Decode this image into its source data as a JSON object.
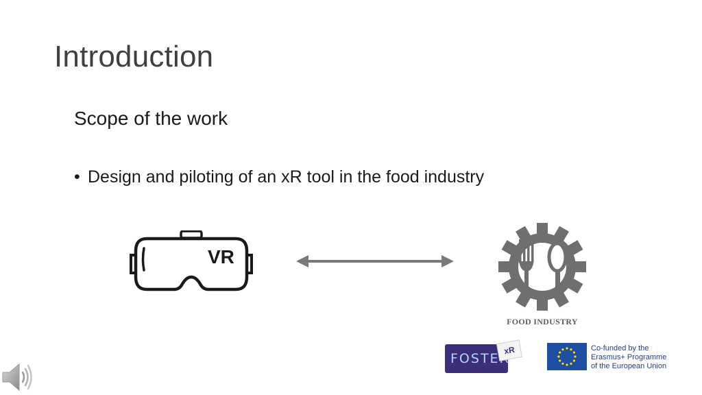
{
  "slide": {
    "title": "Introduction",
    "subtitle": "Scope of the work",
    "bullet_symbol": "•",
    "bullet_text": "Design and piloting of an xR tool in the food industry",
    "vr_headset_label": "VR",
    "food_industry_label": "FOOD INDUSTRY"
  },
  "logos": {
    "foster_text": "FOSTER",
    "xr_badge": "xR",
    "eu_line1": "Co-funded by the",
    "eu_line2": "Erasmus+ Programme",
    "eu_line3": "of the European Union"
  },
  "icons": {
    "vr": "vr-headset-icon",
    "arrow": "double-arrow-icon",
    "food": "gear-fork-spoon-icon",
    "speaker": "speaker-icon",
    "flag": "eu-flag-icon"
  },
  "colors": {
    "title": "#404040",
    "text": "#1a1a1a",
    "arrow": "#7a7a7a",
    "gear": "#6f6f6f",
    "foster_bg": "#3a2f78",
    "eu_blue": "#1f4fa3",
    "eu_stars": "#ffdd00"
  }
}
